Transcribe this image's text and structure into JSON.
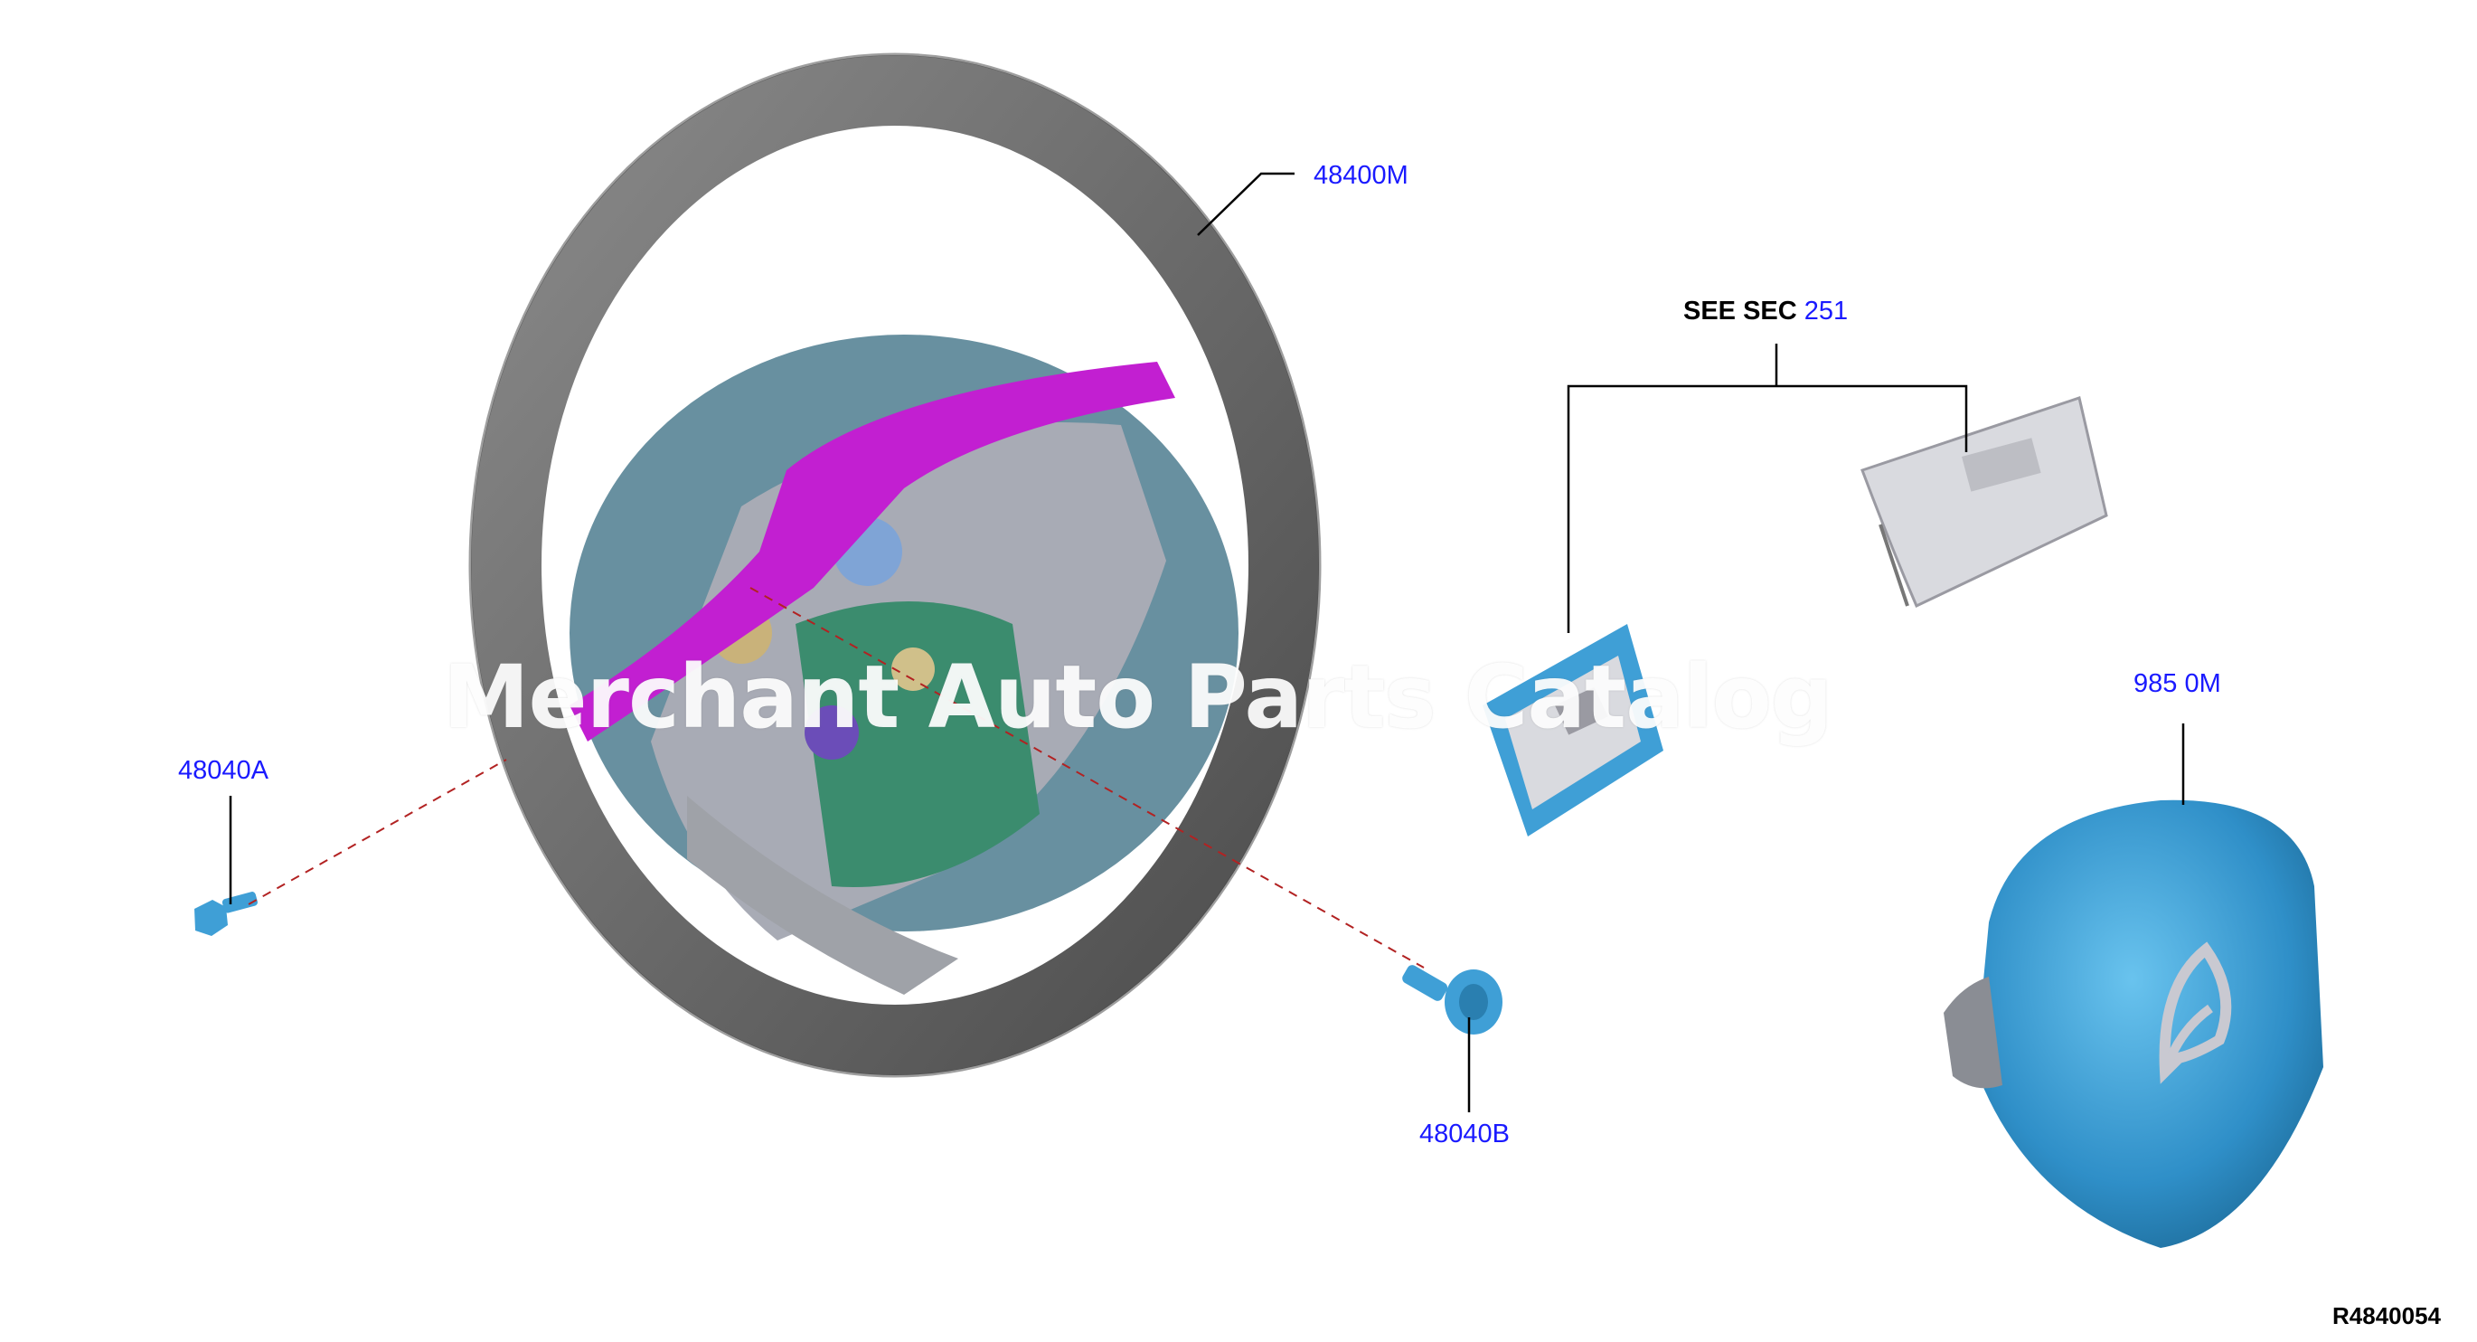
{
  "diagram": {
    "callouts": {
      "wheel": "48400M",
      "bolt_left": "48040A",
      "bolt_right": "48040B",
      "airbag": "985 0M"
    },
    "see_section": {
      "prefix": "SEE SEC",
      "number": "251"
    },
    "figure_code": "R4840054",
    "watermark": "Merchant Auto Parts Catalog",
    "colors": {
      "callout_text": "#1a1aff",
      "leader_line": "#000000",
      "dashed_line": "#b22222",
      "rim": "#6b6b6b",
      "spoke_trim": "#c21fd1",
      "hub": "#3b8c6e",
      "airbag": "#3f9fd6",
      "switch": "#d9dadf"
    },
    "icons": [
      "steering-wheel-icon",
      "bolt-icon",
      "airbag-module-icon",
      "switch-assembly-icon"
    ]
  }
}
